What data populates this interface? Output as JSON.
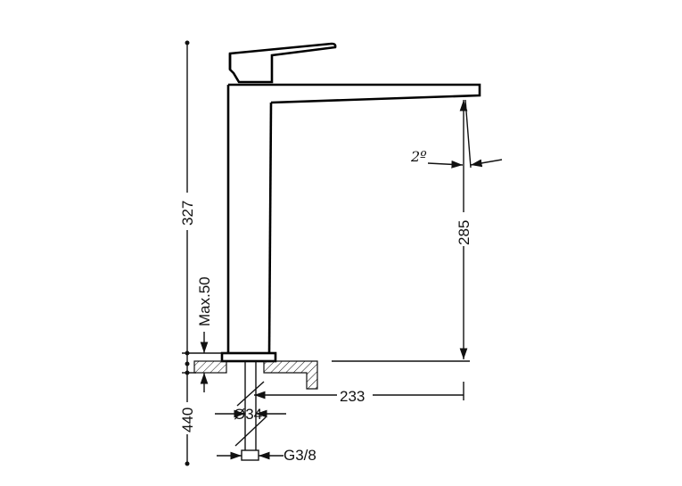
{
  "dimensions": {
    "total_height": "327",
    "below_counter": "440",
    "max_thickness": "Max.50",
    "spout_height": "285",
    "spout_reach": "233",
    "shank_diameter": "Ø34",
    "connection": "G3/8",
    "spout_angle": "2º"
  }
}
